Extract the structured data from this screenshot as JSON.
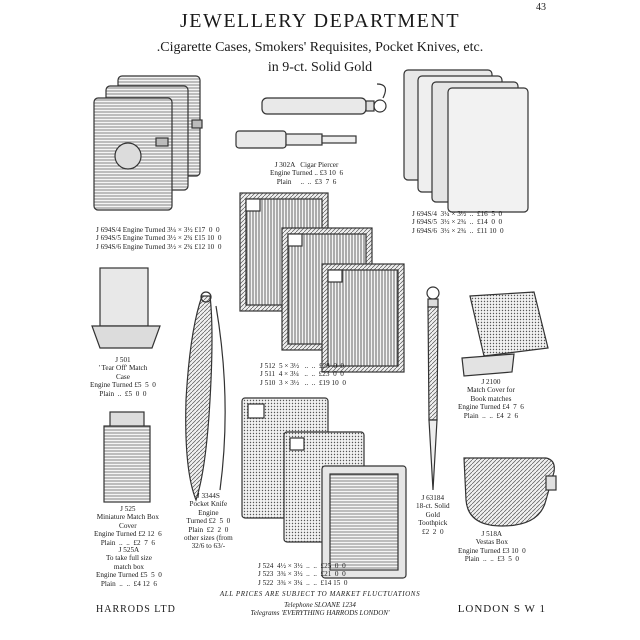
{
  "page": {
    "number": "43",
    "title": "JEWELLERY DEPARTMENT",
    "subtitle": ".Cigarette Cases, Smokers' Requisites, Pocket Knives, etc.",
    "subtitle2": "in 9-ct. Solid Gold"
  },
  "captions": {
    "cig_left": "J 694S/4 Engine Turned 3¼ × 3½ £17  0  0\nJ 694S/5 Engine Turned 3½ × 2¾ £15 10  0\nJ 694S/6 Engine Turned 3½ × 2¾ £12 10  0",
    "cigar_piercer": "J 302A   Cigar Piercer\nEngine Turned .. £3 10  6\nPlain     ..  ..  £3  7  6",
    "cig_right": "J 694S/4  3¼ × 3½  ..  £16  5  0\nJ 694S/5  3½ × 2¾  ..  £14  0  0\nJ 694S/6  3½ × 2¾  ..  £11 10  0",
    "tear_off": "J 501\n' Tear Off' Match\nCase\nEngine Turned £5  5  0\nPlain  ..  £5  0  0",
    "cases_center": "J 512  5 × 3½   ..  ..  £28  0  0\nJ 511  4 × 3¼   ..  ..  £23  0  0\nJ 510  3 × 3½   ..  ..  £19 10  0",
    "match_cover": "J 2100\nMatch Cover for\nBook matches\nEngine Turned £4  7  6\nPlain  ..  ..  £4  2  6",
    "match_box": "J 525\nMiniature Match Box\nCover\nEngine Turned £2 12  6\nPlain  ..  ..  £2  7  6",
    "match_box_full": "J 525A\nTo take full size\nmatch box\nEngine Turned £5  5  0\nPlain  ..  ..  £4 12  6",
    "pocket_knife": "J 3344S\nPocket Knife\nEngine\nTurned £2  5  0\nPlain  £2  2  0\nother sizes (from\n32/6 to 63/-",
    "toothpick": "J 63184\n18-ct. Solid\nGold\nToothpick\n£2  2  0",
    "cases_bottom": "J 524  4½ × 3½  ..  ..  £25  0  0\nJ 523  3¾ × 3½  ..  ..  £21  0  0\nJ 522  3¾ × 3¼  ..  ..  £14 15  0",
    "vestas_box": "J 518A\nVestas Box\nEngine Turned £3 10  0\nPlain  ..  ..  £3  5  0"
  },
  "footer": {
    "notice": "ALL PRICES ARE SUBJECT TO MARKET FLUCTUATIONS",
    "telephone": "Telephone SLOANE 1234",
    "telegrams": "Telegrams 'EVERYTHING HARRODS LONDON'",
    "publisher_left": "HARRODS LTD",
    "publisher_right": "LONDON S W 1"
  }
}
